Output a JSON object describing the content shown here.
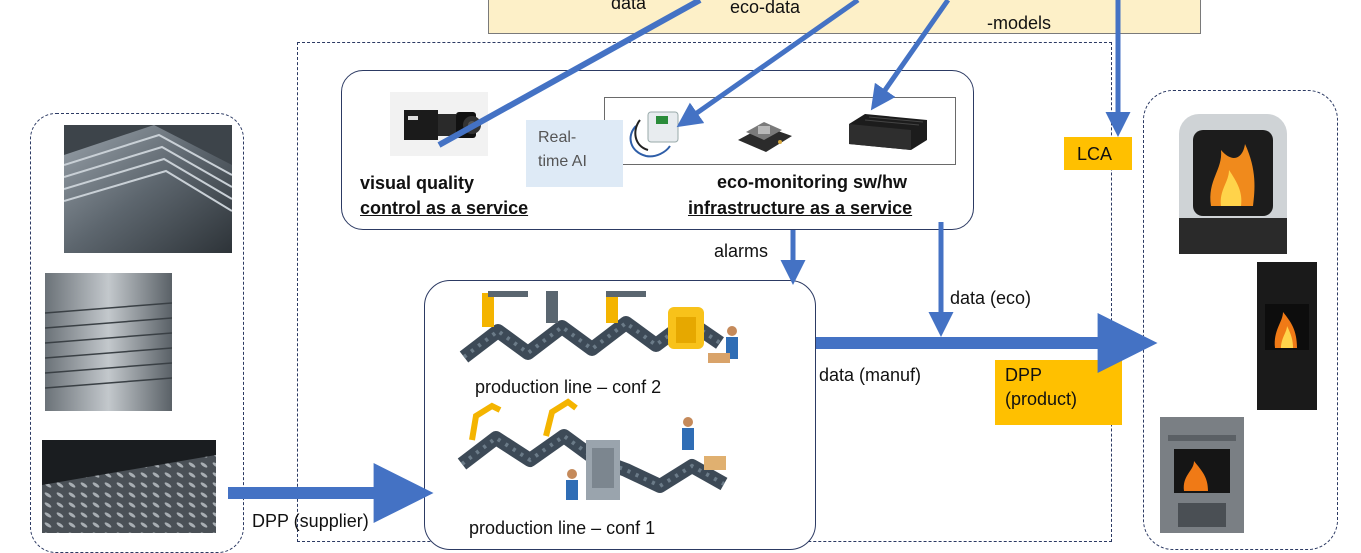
{
  "top_panel": {
    "label_data": "data",
    "label_eco_data": "eco-data",
    "label_models": "-models"
  },
  "services": {
    "realtime_ai": [
      "Real-",
      "time AI"
    ],
    "visual_quality": [
      "visual quality",
      "control as a service"
    ],
    "eco_monitoring": [
      "eco-monitoring sw/hw",
      "infrastructure as a service"
    ]
  },
  "flows": {
    "alarms": "alarms",
    "data_eco": "data (eco)",
    "data_manuf": "data (manuf)",
    "dpp_supplier": "DPP (supplier)"
  },
  "production": {
    "conf2": "production line – conf 2",
    "conf1": "production line – conf 1"
  },
  "badges": {
    "lca": "LCA",
    "dpp_product": [
      "DPP",
      "(product)"
    ]
  },
  "colors": {
    "arrow": "#4472c4",
    "badge": "#ffc000",
    "top_panel": "#fdf0c8",
    "frame": "#2c3a63",
    "ai_box": "#deeaf6"
  }
}
